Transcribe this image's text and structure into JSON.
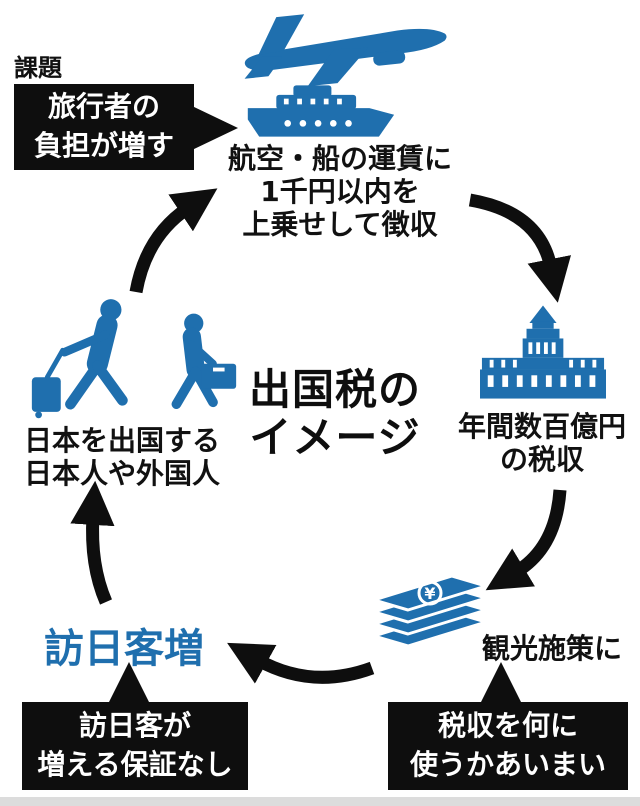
{
  "colors": {
    "blue": "#1f6fae",
    "black": "#0e0e0e",
    "white": "#ffffff",
    "edge_gray": "#dcdcdc"
  },
  "issue_label": "課題",
  "center_title": {
    "line1": "出国税の",
    "line2": "イメージ"
  },
  "callouts": {
    "traveler_burden": {
      "line1": "旅行者の",
      "line2": "負担が増す"
    },
    "tax_use": {
      "line1": "税収を何に",
      "line2": "使うかあいまい"
    },
    "no_guarantee": {
      "line1": "訪日客が",
      "line2": "増える保証なし"
    }
  },
  "cycle": {
    "fare": {
      "line1": "航空・船の運賃に",
      "line2": "1千円以内を",
      "line3": "上乗せして徴収"
    },
    "revenue": {
      "line1": "年間数百億円",
      "line2": "の税収"
    },
    "tourism": {
      "label": "観光施策に"
    },
    "visitors": {
      "label": "訪日客増"
    },
    "departing": {
      "line1": "日本を出国する",
      "line2": "日本人や外国人"
    }
  },
  "icons": {
    "airplane": "airplane-icon",
    "ship": "ship-icon",
    "diet_building": "diet-building-icon",
    "banknotes": "banknotes-icon",
    "travelers": "travelers-icon"
  },
  "money_symbol": "¥"
}
